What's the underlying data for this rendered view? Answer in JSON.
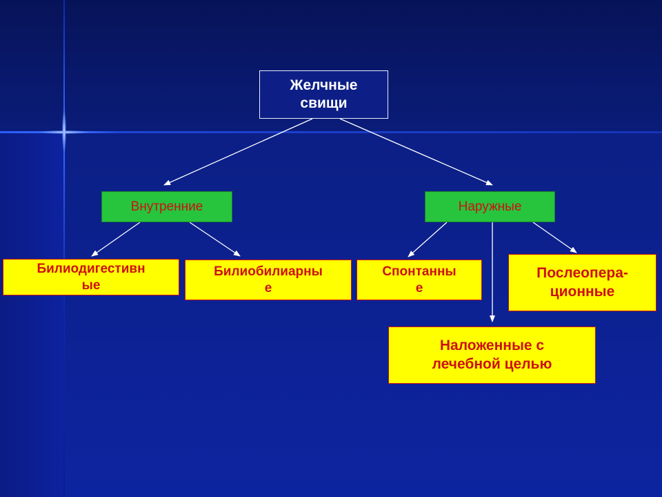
{
  "diagram": {
    "root": {
      "label": "Желчные\nсвищи"
    },
    "level1": [
      {
        "id": "internal",
        "label": "Внутренние"
      },
      {
        "id": "external",
        "label": "Наружные"
      }
    ],
    "level2": [
      {
        "id": "biliodigestive",
        "label": "Билиодигестивн\nые",
        "parent": "internal"
      },
      {
        "id": "biliobiliary",
        "label": "Билиобилиарны\nе",
        "parent": "internal"
      },
      {
        "id": "spontaneous",
        "label": "Спонтанны\nе",
        "parent": "external"
      },
      {
        "id": "postoperative",
        "label": "Послеопера-\nционные",
        "parent": "external"
      },
      {
        "id": "therapeutic",
        "label": "Наложенные с\nлечебной целью",
        "parent": "external"
      }
    ]
  },
  "colors": {
    "background": "#0c1f86",
    "root_fill": "#0d1f86",
    "root_text": "#ffffff",
    "level1_fill": "#27c43d",
    "level2_fill": "#ffff00",
    "label_red": "#cc1111",
    "arrow": "#ffffff"
  }
}
